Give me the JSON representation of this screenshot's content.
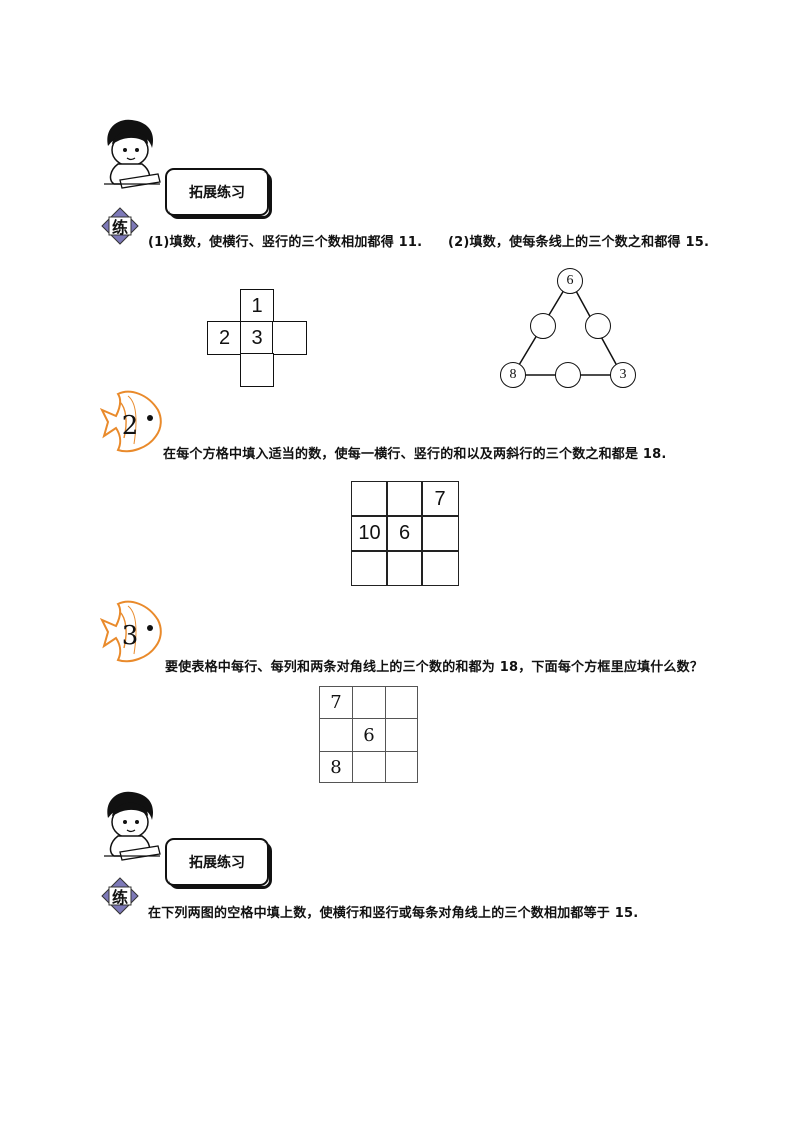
{
  "sections": [
    {
      "tag": "拓展练习",
      "badge": "练",
      "q1_text": "(1)填数，使横行、竖行的三个数相加都得 11.",
      "q2_text": "(2)填数，使每条线上的三个数之和都得 15.",
      "cross_cells": [
        {
          "pos": "top",
          "value": "1"
        },
        {
          "pos": "left",
          "value": "2"
        },
        {
          "pos": "center",
          "value": "3"
        },
        {
          "pos": "right",
          "value": ""
        },
        {
          "pos": "bottom",
          "value": ""
        }
      ],
      "triangle": {
        "top": "6",
        "left_mid": "",
        "right_mid": "",
        "bottom_left": "8",
        "bottom_mid": "",
        "bottom_right": "3"
      }
    },
    {
      "number": "2",
      "text": "在每个方格中填入适当的数，使每一横行、竖行的和以及两斜行的三个数之和都是 18.",
      "grid": [
        [
          "",
          "",
          "7"
        ],
        [
          "10",
          "6",
          ""
        ],
        [
          "",
          "",
          ""
        ]
      ]
    },
    {
      "number": "3",
      "text": "要使表格中每行、每列和两条对角线上的三个数的和都为 18，下面每个方框里应填什么数？",
      "grid": [
        [
          "7",
          "",
          ""
        ],
        [
          "",
          "6",
          ""
        ],
        [
          "8",
          "",
          ""
        ]
      ]
    },
    {
      "tag": "拓展练习",
      "badge": "练",
      "text": "在下列两图的空格中填上数，使横行和竖行或每条对角线上的三个数相加都等于 15."
    }
  ],
  "colors": {
    "fish": "#e98a2b",
    "badge": "#7d79b8"
  },
  "icons": [
    "boy-reading-icon",
    "fish-icon",
    "diamond-badge-icon"
  ]
}
